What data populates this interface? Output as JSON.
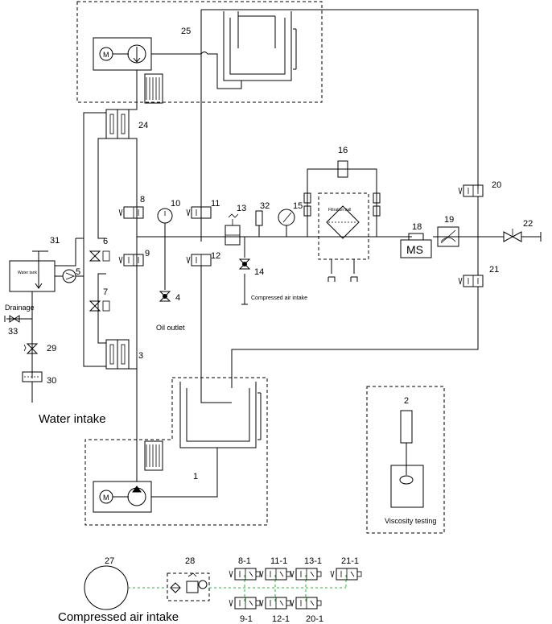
{
  "numbers": {
    "n1": "1",
    "n2": "2",
    "n3": "3",
    "n4": "4",
    "n5": "5",
    "n6": "6",
    "n7": "7",
    "n8": "8",
    "n9": "9",
    "n10": "10",
    "n11": "11",
    "n12": "12",
    "n13": "13",
    "n14": "14",
    "n15": "15",
    "n16": "16",
    "n18": "18",
    "n19": "19",
    "n20": "20",
    "n21": "21",
    "n22": "22",
    "n24": "24",
    "n25": "25",
    "n27": "27",
    "n28": "28",
    "n29": "29",
    "n30": "30",
    "n31": "31",
    "n32": "32",
    "n33": "33"
  },
  "valve_labels": {
    "v8_1": "8-1",
    "v11_1": "11-1",
    "v13_1": "13-1",
    "v21_1": "21-1",
    "v9_1": "9-1",
    "v12_1": "12-1",
    "v20_1": "20-1"
  },
  "texts": {
    "water_tank": "Water tank",
    "drainage": "Drainage",
    "water_intake": "Water intake",
    "oil_outlet": "Oil outlet",
    "compressed_air_intake_small": "Compressed air intake",
    "compressed_air_intake_big": "Compressed air intake",
    "viscosity_testing": "Viscosity testing",
    "ms": "MS",
    "filter_ball": "Filtration ball",
    "motor": "M"
  }
}
